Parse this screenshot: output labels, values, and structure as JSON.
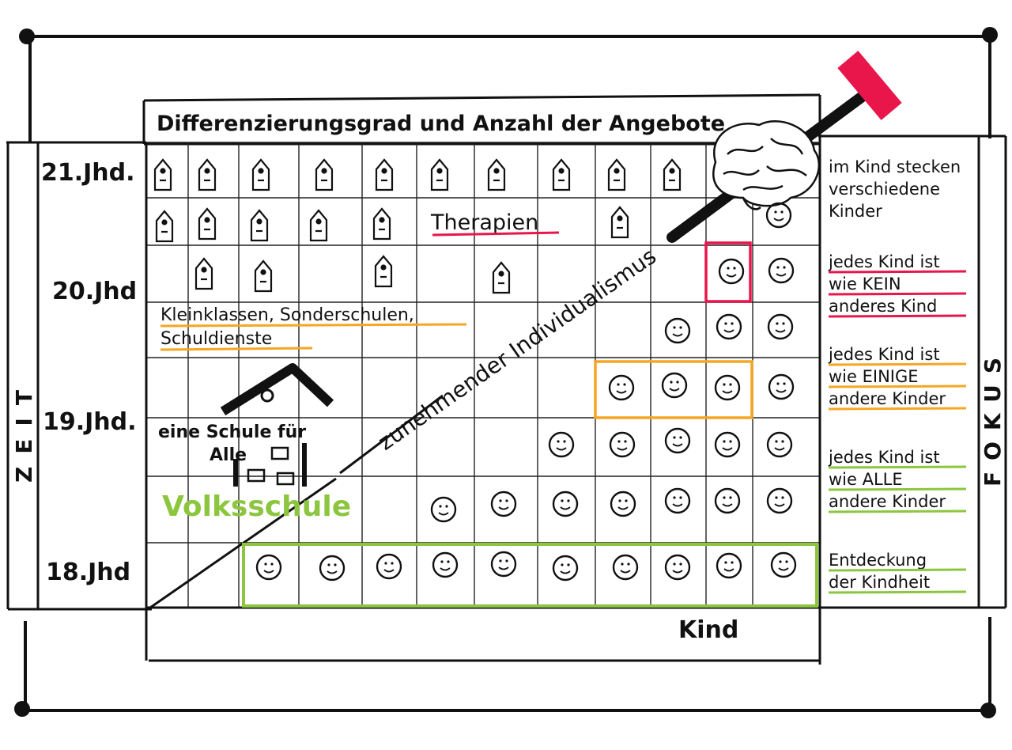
{
  "title": "Differenzierungsgrad und Anzahl der Angebote",
  "axis_left": "ZEIT",
  "axis_right": "FOKUS",
  "axis_bottom": "Kind",
  "centuries": [
    "21.Jhd.",
    "20.Jhd",
    "19.Jhd.",
    "18.Jhd"
  ],
  "diagonal_label": "zunehmender Individualismus",
  "labels": {
    "therapien": "Therapien",
    "kleinklassen_line1": "Kleinklassen, Sonderschulen,",
    "kleinklassen_line2": "Schuldienste",
    "schule_line1": "eine Schule für",
    "schule_line2": "Alle",
    "volksschule": "Volksschule"
  },
  "focus_notes": [
    {
      "lines": [
        "im Kind stecken",
        "verschiedene",
        "Kinder"
      ],
      "underline": ""
    },
    {
      "lines": [
        "jedes Kind ist",
        "wie KEIN",
        "anderes Kind"
      ],
      "underline": "#e8164a"
    },
    {
      "lines": [
        "jedes Kind ist",
        "wie EINIGE",
        "andere Kinder"
      ],
      "underline": "#f5a623"
    },
    {
      "lines": [
        "jedes Kind ist",
        "wie ALLE",
        "andere Kinder"
      ],
      "underline": "#8cc63f"
    },
    {
      "lines": [
        "Entdeckung",
        "der Kindheit"
      ],
      "underline": "#8cc63f"
    }
  ],
  "colors": {
    "ink": "#111111",
    "red": "#e8164a",
    "orange": "#f5a623",
    "green": "#8cc63f",
    "hammer_head": "#e8164a"
  },
  "icons": {
    "house": "house-icon",
    "face": "smiley-face-icon",
    "brain": "brain-icon",
    "hammer": "hammer-icon",
    "school": "schoolhouse-icon"
  }
}
